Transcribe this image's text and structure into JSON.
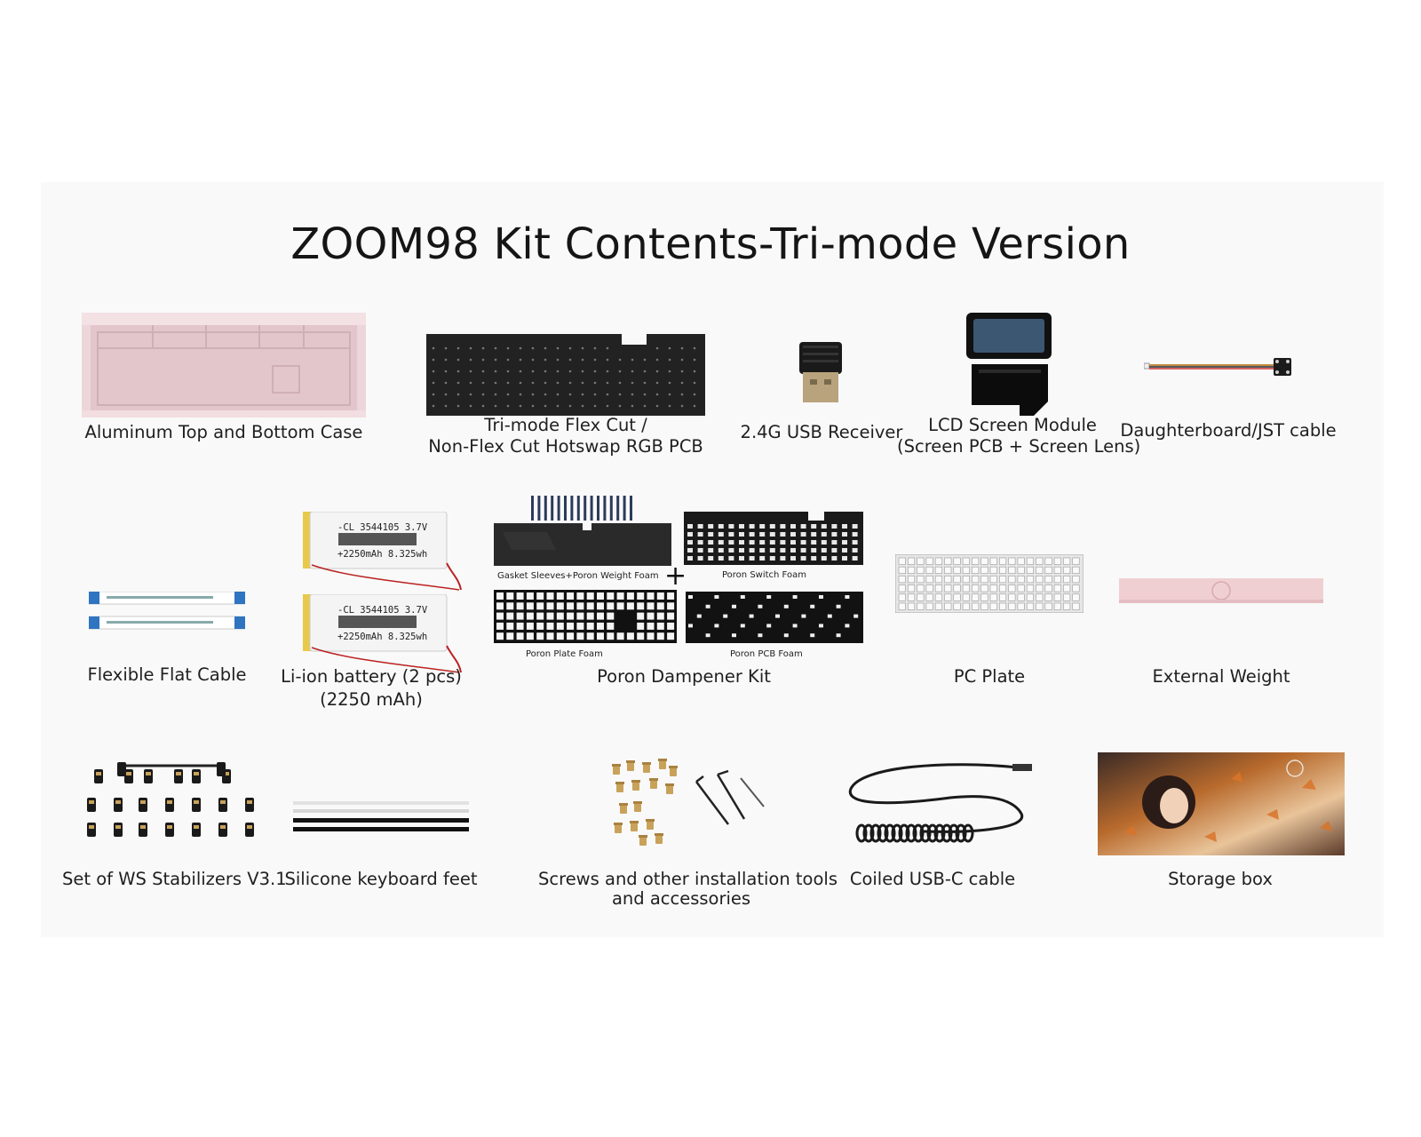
{
  "title": "ZOOM98 Kit Contents-Tri-mode Version",
  "row1": {
    "case": "Aluminum Top and Bottom Case",
    "pcb_line1": "Tri-mode Flex Cut /",
    "pcb_line2": "Non-Flex Cut Hotswap RGB PCB",
    "receiver": "2.4G USB Receiver",
    "lcd_line1": "LCD Screen Module",
    "lcd_line2": "(Screen PCB + Screen Lens)",
    "daughterboard": "Daughterboard/JST cable"
  },
  "row2": {
    "ffc": "Flexible Flat Cable",
    "battery_line1": "Li-ion battery (2 pcs)",
    "battery_line2": "(2250 mAh)",
    "battery_print_1": "-CL 3544105 3.7V",
    "battery_print_2": "+2250mAh 8.325wh",
    "poron": "Poron Dampener Kit",
    "poron_gasket": "Gasket Sleeves+Poron Weight Foam",
    "poron_switch": "Poron Switch Foam",
    "poron_plate": "Poron Plate Foam",
    "poron_pcb": "Poron PCB Foam",
    "plus": "+",
    "plate": "PC Plate",
    "weight": "External Weight"
  },
  "row3": {
    "stabs": "Set of WS Stabilizers V3.1",
    "feet": "Silicone keyboard feet",
    "screws_line1": "Screws and other installation tools",
    "screws_line2": "and accessories",
    "cable": "Coiled USB-C cable",
    "box": "Storage box"
  },
  "colors": {
    "case_pink": "#e9d3d7",
    "pcb_black": "#1e1e1e",
    "weight_pink": "#f0cfd2",
    "ffc_blue": "#2f74c0",
    "battery_yellow": "#e8c94a",
    "brass": "#c9a25a"
  }
}
